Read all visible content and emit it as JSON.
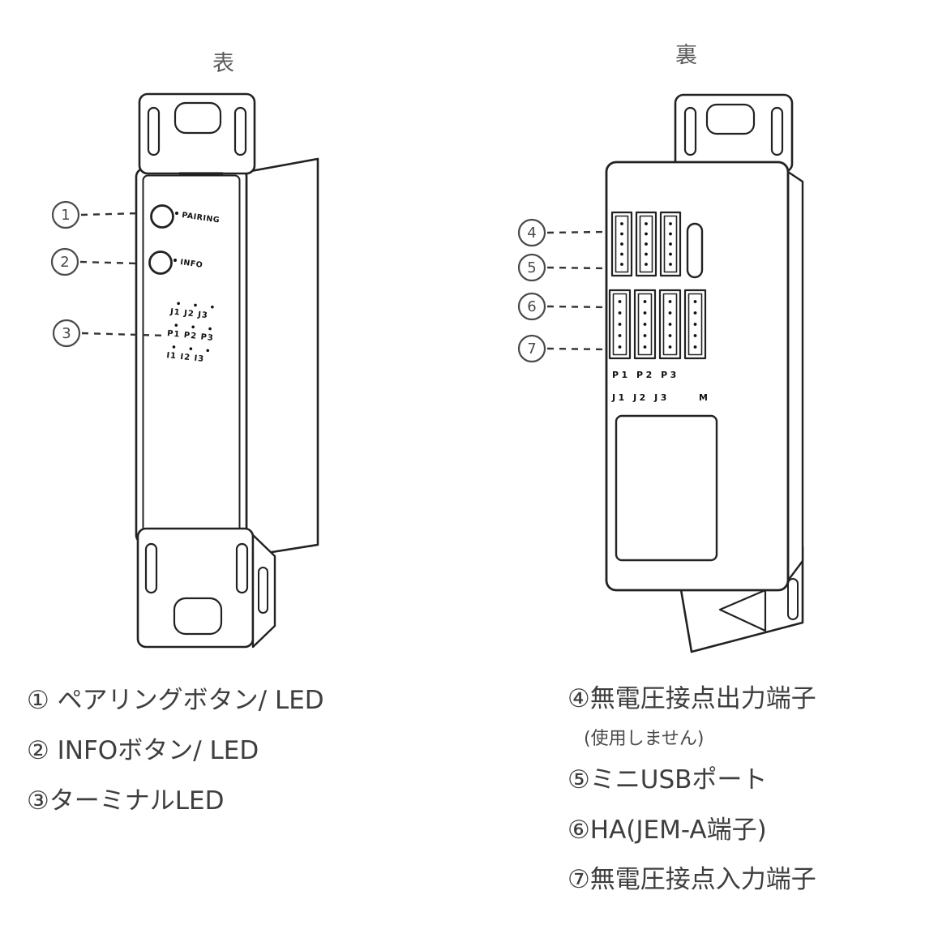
{
  "views": {
    "front_label": "表",
    "back_label": "裏"
  },
  "front_device": {
    "button1_label": "PAIRING",
    "button2_label": "INFO",
    "led_rows": [
      "J1 J2 J3",
      "P1 P2 P3",
      "I1 I2 I3"
    ],
    "callouts": [
      "1",
      "2",
      "3"
    ]
  },
  "back_device": {
    "labels_row1": "P1 P2 P3",
    "labels_row2": "J1 J2 J3",
    "label_m": "M",
    "callouts": [
      "4",
      "5",
      "6",
      "7"
    ]
  },
  "legend_left": {
    "item1": "① ペアリングボタン/ LED",
    "item2": "② INFOボタン/ LED",
    "item3": "③ターミナルLED"
  },
  "legend_right": {
    "item4": "④無電圧接点出力端子",
    "item4_note": "(使用しません)",
    "item5": "⑤ミニUSBポート",
    "item6": "⑥HA(JEM-A端子)",
    "item7": "⑦無電圧接点入力端子"
  },
  "colors": {
    "line": "#222222",
    "callout": "#4a4a4a",
    "text": "#3e3e3e"
  }
}
